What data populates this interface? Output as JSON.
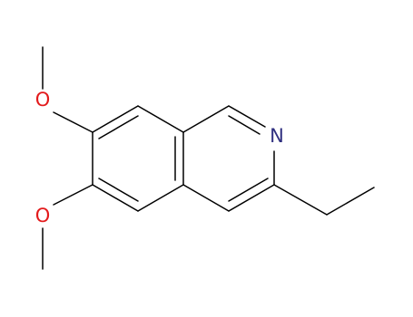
{
  "molecule": {
    "atoms": [
      {
        "label": "O",
        "color": "#e31a1c"
      },
      {
        "label": "O",
        "color": "#e31a1c"
      },
      {
        "label": "N",
        "color": "#303080"
      }
    ]
  },
  "colors": {
    "bond": "#000000",
    "oxygen": "#e31a1c",
    "nitrogen": "#303080",
    "background": "#ffffff"
  }
}
